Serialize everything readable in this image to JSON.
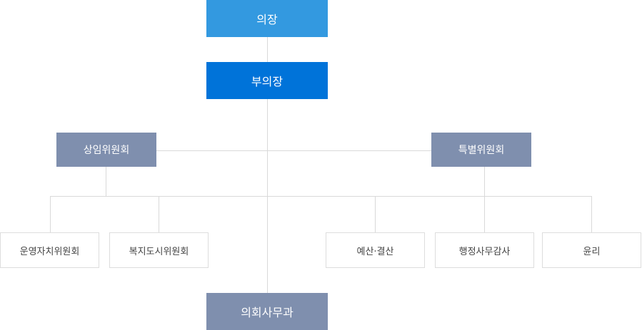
{
  "org_chart": {
    "chairman": "의장",
    "vice_chairman": "부의장",
    "standing_committee": "상임위원회",
    "special_committee": "특별위원회",
    "standing_subcommittees": [
      "운영자치위원회",
      "복지도시위원회"
    ],
    "special_subcommittees": [
      "예산·결산",
      "행정사무감사",
      "윤리"
    ],
    "secretariat": "의회사무과"
  },
  "colors": {
    "chairman_fill": "#3399e0",
    "vice_chairman_fill": "#0073d9",
    "committee_fill": "#7f8fae",
    "subcommittee_border": "#dddddd",
    "connector": "#d9d9d9"
  }
}
